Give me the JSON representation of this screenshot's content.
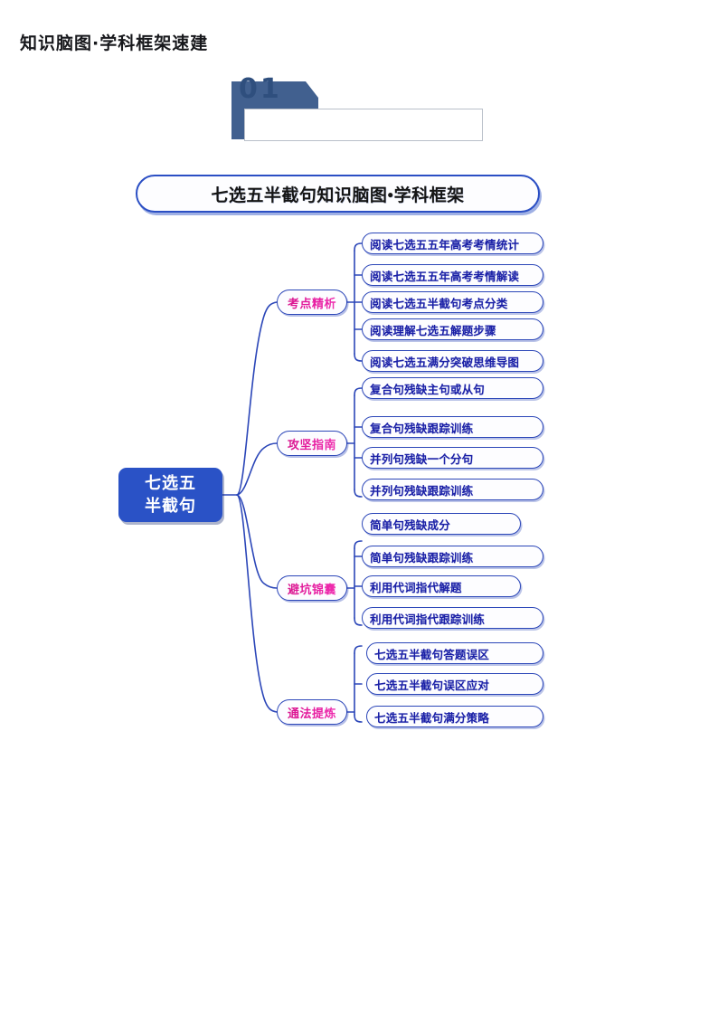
{
  "section": {
    "number": "01",
    "title": "知识脑图·学科框架速建"
  },
  "mindmap": {
    "title": "七选五半截句知识脑图•学科框架",
    "root": {
      "line1": "七选五",
      "line2": "半截句"
    },
    "branches": [
      {
        "label": "考点精析",
        "leaves": [
          "阅读七选五五年高考考情统计",
          "阅读七选五五年高考考情解读",
          "阅读七选五半截句考点分类",
          "阅读理解七选五解题步骤",
          "阅读七选五满分突破思维导图"
        ]
      },
      {
        "label": "攻坚指南",
        "leaves": [
          "复合句残缺主句或从句",
          "复合句残缺跟踪训练",
          "并列句残缺一个分句",
          "并列句残缺跟踪训练"
        ]
      },
      {
        "label": "避坑锦囊",
        "leaves": [
          "简单句残缺成分",
          "简单句残缺跟踪训练",
          "利用代词指代解题",
          "利用代词指代跟踪训练"
        ]
      },
      {
        "label": "通法提炼",
        "leaves": [
          "七选五半截句答题误区",
          "七选五半截句误区应对",
          "七选五半截句满分策略"
        ]
      }
    ]
  },
  "colors": {
    "ribbon": "#41608f",
    "root_fill": "#2a52c6",
    "node_border": "#2b46b8",
    "branch_text": "#e5189d",
    "leaf_text": "#1a1fa6",
    "title_border": "#2b4fc4"
  }
}
